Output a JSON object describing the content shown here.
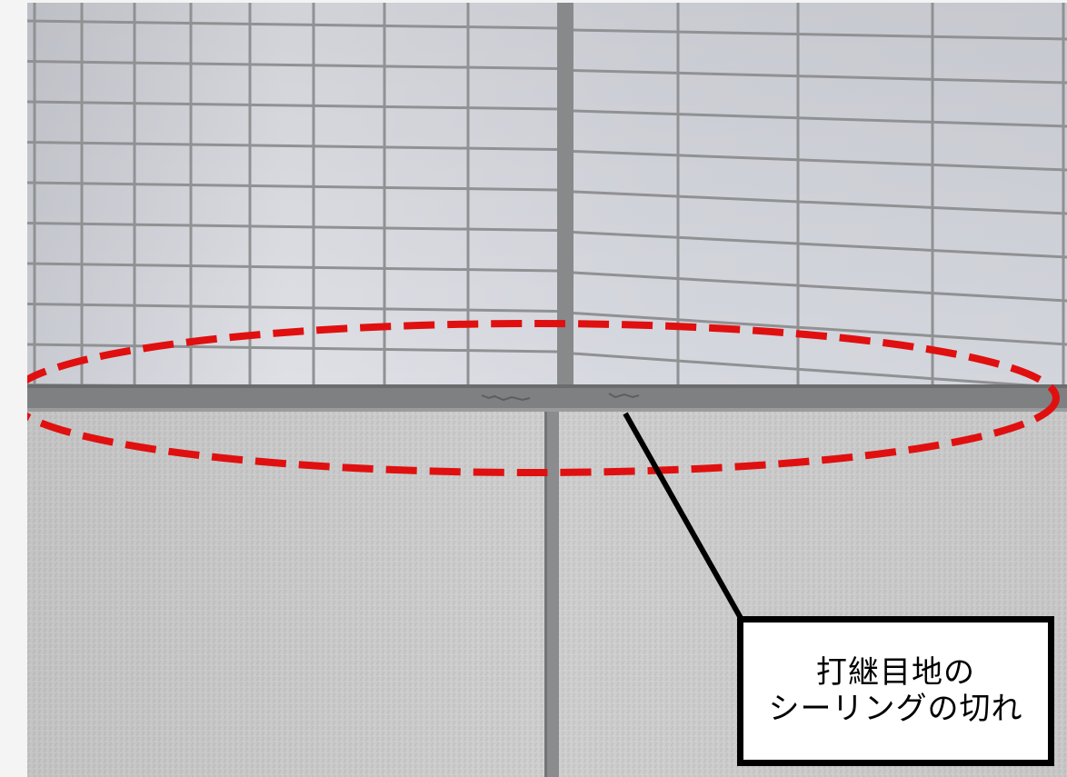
{
  "callout": {
    "line1": "打継目地の",
    "line2": "シーリングの切れ"
  },
  "colors": {
    "tile": "#dadbe2",
    "grout": "#8f9193",
    "stucco": "#cbcbcb",
    "highlight_dash": "#e01010",
    "leader": "#000000"
  },
  "icons": {
    "highlight": "dashed-ellipse",
    "leader": "leader-line"
  }
}
